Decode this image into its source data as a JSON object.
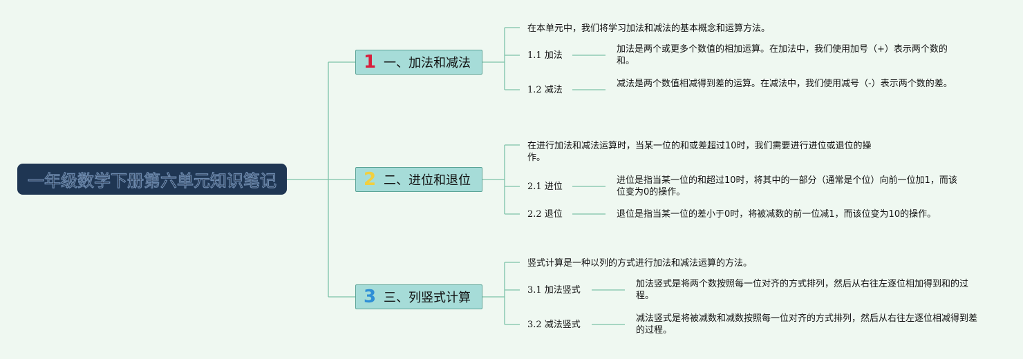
{
  "root": {
    "title": "一年级数学下册第六单元知识笔记"
  },
  "branches": [
    {
      "number": "1",
      "title": "一、加法和减法",
      "summary": "在本单元中，我们将学习加法和减法的基本概念和运算方法。",
      "items": [
        {
          "label": "1.1 加法",
          "text": "加法是两个或更多个数值的相加运算。在加法中，我们使用加号（+）表示两个数的和。"
        },
        {
          "label": "1.2 减法",
          "text": "减法是两个数值相减得到差的运算。在减法中，我们使用减号（-）表示两个数的差。"
        }
      ]
    },
    {
      "number": "2",
      "title": "二、进位和退位",
      "summary": "在进行加法和减法运算时，当某一位的和或差超过10时，我们需要进行进位或退位的操作。",
      "items": [
        {
          "label": "2.1 进位",
          "text": "进位是指当某一位的和超过10时，将其中的一部分（通常是个位）向前一位加1，而该位变为0的操作。"
        },
        {
          "label": "2.2 退位",
          "text": "退位是指当某一位的差小于0时，将被减数的前一位减1，而该位变为10的操作。"
        }
      ]
    },
    {
      "number": "3",
      "title": "三、列竖式计算",
      "summary": "竖式计算是一种以列的方式进行加法和减法运算的方法。",
      "items": [
        {
          "label": "3.1 加法竖式",
          "text": "加法竖式是将两个数按照每一位对齐的方式排列，然后从右往左逐位相加得到和的过程。"
        },
        {
          "label": "3.2 减法竖式",
          "text": "减法竖式是将被减数和减数按照每一位对齐的方式排列，然后从右往左逐位相减得到差的过程。"
        }
      ]
    }
  ]
}
